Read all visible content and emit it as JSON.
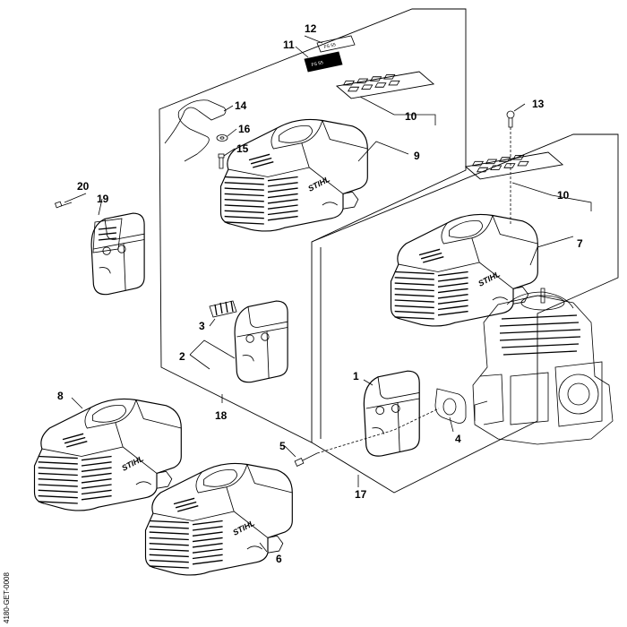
{
  "callouts": {
    "c1": "1",
    "c2": "2",
    "c3": "3",
    "c4": "4",
    "c5": "5",
    "c6": "6",
    "c7": "7",
    "c8": "8",
    "c9": "9",
    "c10a": "10",
    "c10b": "10",
    "c11": "11",
    "c12": "12",
    "c13": "13",
    "c14": "14",
    "c15": "15",
    "c16": "16",
    "c17": "17",
    "c18": "18",
    "c19": "19",
    "c20": "20"
  },
  "drawing_code": "4180-GET-0008",
  "brand_mark": "STIHL",
  "label_text": {
    "decal_12": "FS 55",
    "decal_11": "FS 55"
  }
}
